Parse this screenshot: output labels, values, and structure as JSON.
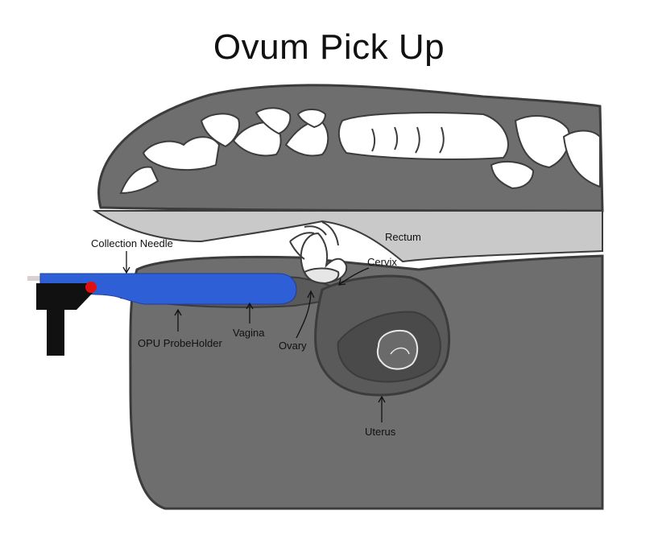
{
  "title": "Ovum Pick Up",
  "labels": {
    "collection_needle": "Collection Needle",
    "rectum": "Rectum",
    "cervix": "Cervix",
    "opu_probe_holder": "OPU ProbeHolder",
    "vagina": "Vagina",
    "ovary": "Ovary",
    "uterus": "Uterus"
  },
  "colors": {
    "body": "#6e6e6e",
    "outline": "#3c3c3c",
    "bone": "#ffffff",
    "cavity": "#c9c9c9",
    "uterus": "#5a5a5a",
    "probe": "#2f5fd6",
    "handle": "#111111",
    "button": "#e01010"
  }
}
